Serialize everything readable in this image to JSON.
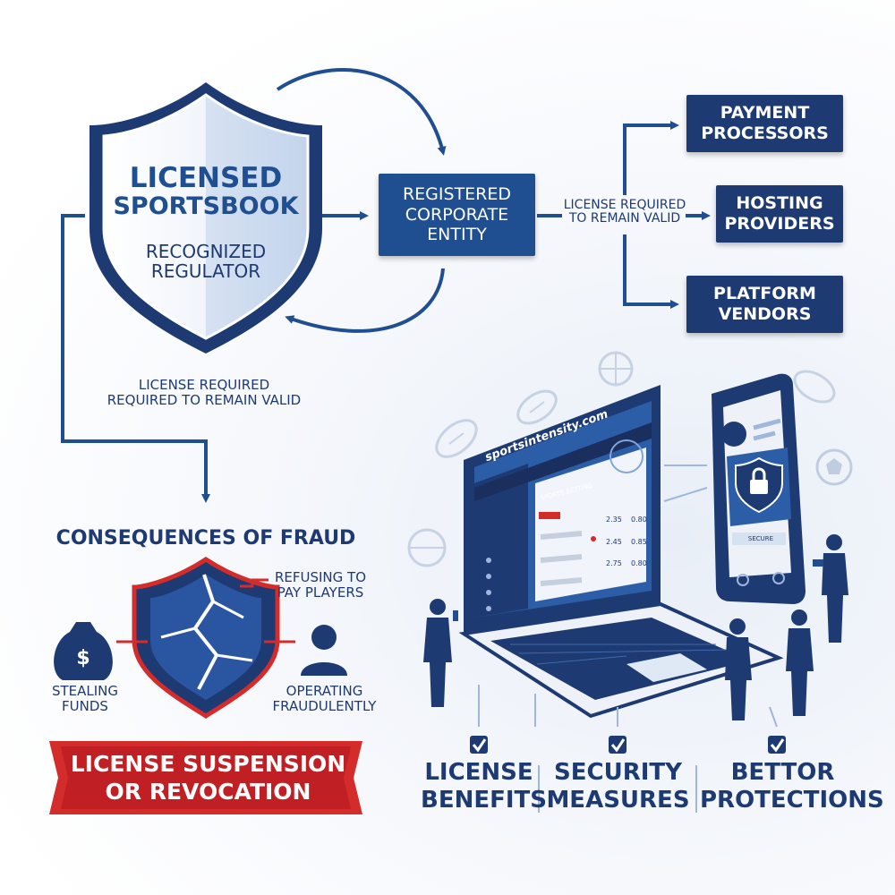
{
  "shield": {
    "title_line1": "LICENSED",
    "title_line2": "SPORTSBOOK",
    "sub_line1": "RECOGNIZED",
    "sub_line2": "REGULATOR"
  },
  "corporate": {
    "line1": "REGISTERED",
    "line2": "CORPORATE",
    "line3": "ENTITY"
  },
  "license_note_right": {
    "line1": "LICENSE REQUIRED",
    "line2": "TO REMAIN VALID"
  },
  "license_note_left": {
    "line1": "LICENSE REQUIRED",
    "line2": "REQUIRED TO REMAIN VALID"
  },
  "providers": [
    {
      "line1": "PAYMENT",
      "line2": "PROCESSORS"
    },
    {
      "line1": "HOSTING",
      "line2": "PROVIDERS"
    },
    {
      "line1": "PLATFORM",
      "line2": "VENDORS"
    }
  ],
  "fraud": {
    "heading": "CONSEQUENCES OF FRAUD",
    "refusing_line1": "REFUSING TO",
    "refusing_line2": "PAY PLAYERS",
    "stealing_line1": "STEALING",
    "stealing_line2": "FUNDS",
    "operating_line1": "OPERATING",
    "operating_line2": "FRAUDULENTLY",
    "banner_line1": "LICENSE SUSPENSION",
    "banner_line2": "OR REVOCATION"
  },
  "laptop": {
    "site_name": "sportsintensity.com",
    "section_title": "SPORTS BETTING",
    "odds": [
      {
        "a": "2.35",
        "b": "0.80"
      },
      {
        "a": "2.45",
        "b": "0.85"
      },
      {
        "a": "2.75",
        "b": "0.80"
      }
    ]
  },
  "phone": {
    "button_label": "SECURE"
  },
  "bottom": [
    {
      "line1": "LICENSE",
      "line2": "BENEFITS"
    },
    {
      "line1": "SECURITY",
      "line2": "MEASURES"
    },
    {
      "line1": "BETTOR",
      "line2": "PROTECTIONS"
    }
  ],
  "colors": {
    "navy": "#1d3a73",
    "blue": "#1f4e91",
    "red": "#d42b2b",
    "light": "#dfe8f5"
  },
  "icons": [
    "shield-icon",
    "money-bag-icon",
    "person-icon",
    "lock-icon",
    "checkbox-icon",
    "football-icon",
    "basketball-icon",
    "soccer-ball-icon",
    "laptop-icon",
    "smartphone-icon"
  ]
}
